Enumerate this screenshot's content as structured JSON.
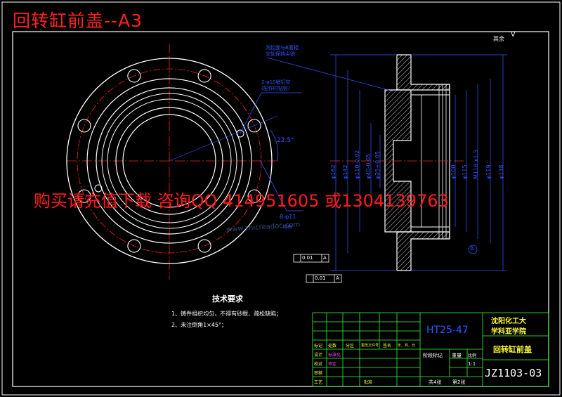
{
  "drawing_title": "回转缸前盖--A3",
  "watermark": "购买请充值下载 咨询QQ 414951605 或1304139763",
  "watermark_site": "www.zhicreadoc.com",
  "roughness_note": "其余",
  "annotations": {
    "note_top": "测控面与B面相\n交处保持尖锐",
    "holes_10": "2-φ10销钉空\n(配作时钻铰)",
    "holes_11": "8-φ11",
    "holes_11_sub": "均布",
    "angle": "22.5°",
    "datum_a": "A",
    "tol_1": "0.01",
    "tol_1_ref": "A",
    "tol_2": "0.01",
    "tol_2_ref": "A"
  },
  "dimensions": [
    "φ162",
    "φ142",
    "φ110-0.02",
    "φ40-0.05",
    "φ25+0.05",
    "φ100",
    "φ115",
    "M118 x1.5",
    "φ119",
    "φ138"
  ],
  "tech_requirements": {
    "title": "技术要求",
    "items": [
      "1、铸件组织均匀，不得有砂眼、疏松缺陷；",
      "2、未注倒角1×45°；"
    ]
  },
  "title_block": {
    "material": "HT25-47",
    "school_line1": "沈阳化工大",
    "school_line2": "学科亚学院",
    "part_name": "回转缸前盖",
    "drawing_no": "JZ1103-03",
    "scale": "1:1",
    "scale_label": "比例",
    "sheets_total": "共4张",
    "sheet_no": "第2张",
    "labels": {
      "mark": "标记",
      "count": "处数",
      "zone": "分区",
      "doc": "更改文件号",
      "sign": "签名",
      "date": "年、月、日",
      "design": "设计",
      "standardize": "标准化",
      "check": "审核",
      "process": "工艺",
      "approve": "批准",
      "stage_mark": "阶段标记",
      "weight": "重量",
      "proof": "校对",
      "review": "审定"
    }
  },
  "colors": {
    "frame": "#ffffff",
    "centerline": "#ff2020",
    "part": "#ffffff",
    "dimension": "#3355ff",
    "hatch": "#ffffff",
    "titleblock": "#33ff33",
    "watermark": "#ff1a1a"
  }
}
